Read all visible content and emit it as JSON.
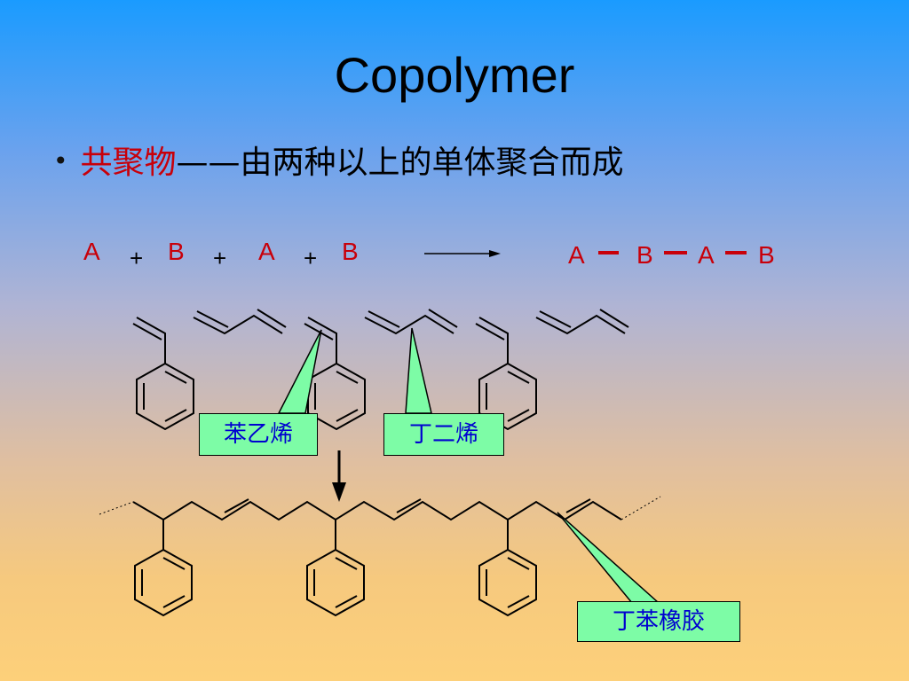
{
  "slide": {
    "title": "Copolymer",
    "bullet_term": "共聚物",
    "bullet_dash": "——",
    "bullet_text": "由两种以上的单体聚合而成"
  },
  "equation": {
    "monomers": [
      "A",
      "B",
      "A",
      "B"
    ],
    "plus": "+",
    "product": [
      "A",
      "B",
      "A",
      "B"
    ],
    "bond": "–"
  },
  "callouts": {
    "styrene": "苯乙烯",
    "butadiene": "丁二烯",
    "sbr": "丁苯橡胶"
  },
  "colors": {
    "red": "#c8000a",
    "callout_fill": "#7dfca6",
    "callout_text": "#0000d0"
  }
}
